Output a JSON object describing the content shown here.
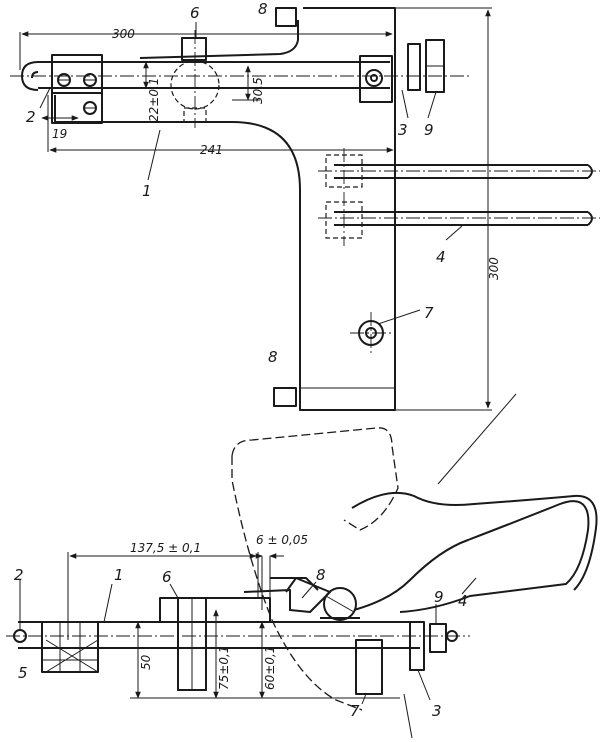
{
  "figure": {
    "top_view": {
      "dimensions": {
        "overall_length": "300",
        "overall_height": "300",
        "offset_241": "241",
        "offset_19": "19",
        "offset_30_5": "30,5",
        "tolerance_22": "22±0,1"
      },
      "callouts": {
        "c1": "1",
        "c2": "2",
        "c3": "3",
        "c4": "4",
        "c6": "6",
        "c7": "7",
        "c8a": "8",
        "c8b": "8",
        "c9": "9"
      }
    },
    "side_view": {
      "dimensions": {
        "length_137": "137,5 ± 0,1",
        "gap": "6 ± 0,05",
        "height_50": "50",
        "height_75": "75±0,1",
        "height_60": "60±0,1"
      },
      "callouts": {
        "c1": "1",
        "c2": "2",
        "c3": "3",
        "c4": "4",
        "c5": "5",
        "c6": "6",
        "c7": "7",
        "c8": "8",
        "c9": "9"
      }
    }
  }
}
